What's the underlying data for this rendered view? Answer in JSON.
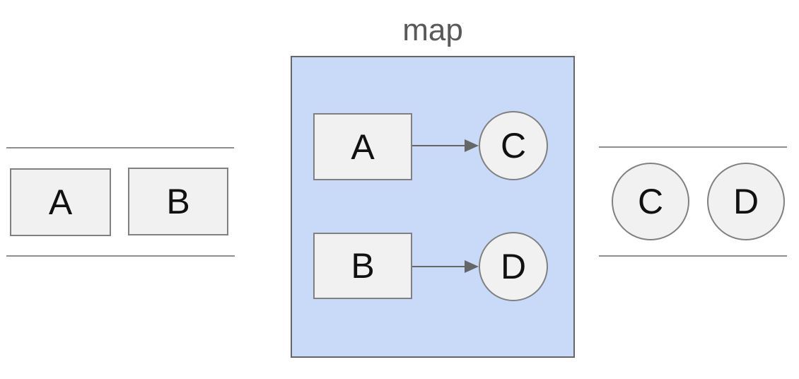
{
  "diagram": {
    "map_label": "map",
    "input_stream": {
      "item_a": "A",
      "item_b": "B"
    },
    "map_box": {
      "row1": {
        "from": "A",
        "to": "C"
      },
      "row2": {
        "from": "B",
        "to": "D"
      }
    },
    "output_stream": {
      "item_c": "C",
      "item_d": "D"
    },
    "colors": {
      "map_fill": "#c9daf8",
      "map_border": "#666666",
      "node_fill": "#f1f1f1",
      "node_border": "#808080",
      "stream_line": "#8e8e8e",
      "arrow": "#666666",
      "node_text": "#111111",
      "label_text": "#595959"
    }
  }
}
